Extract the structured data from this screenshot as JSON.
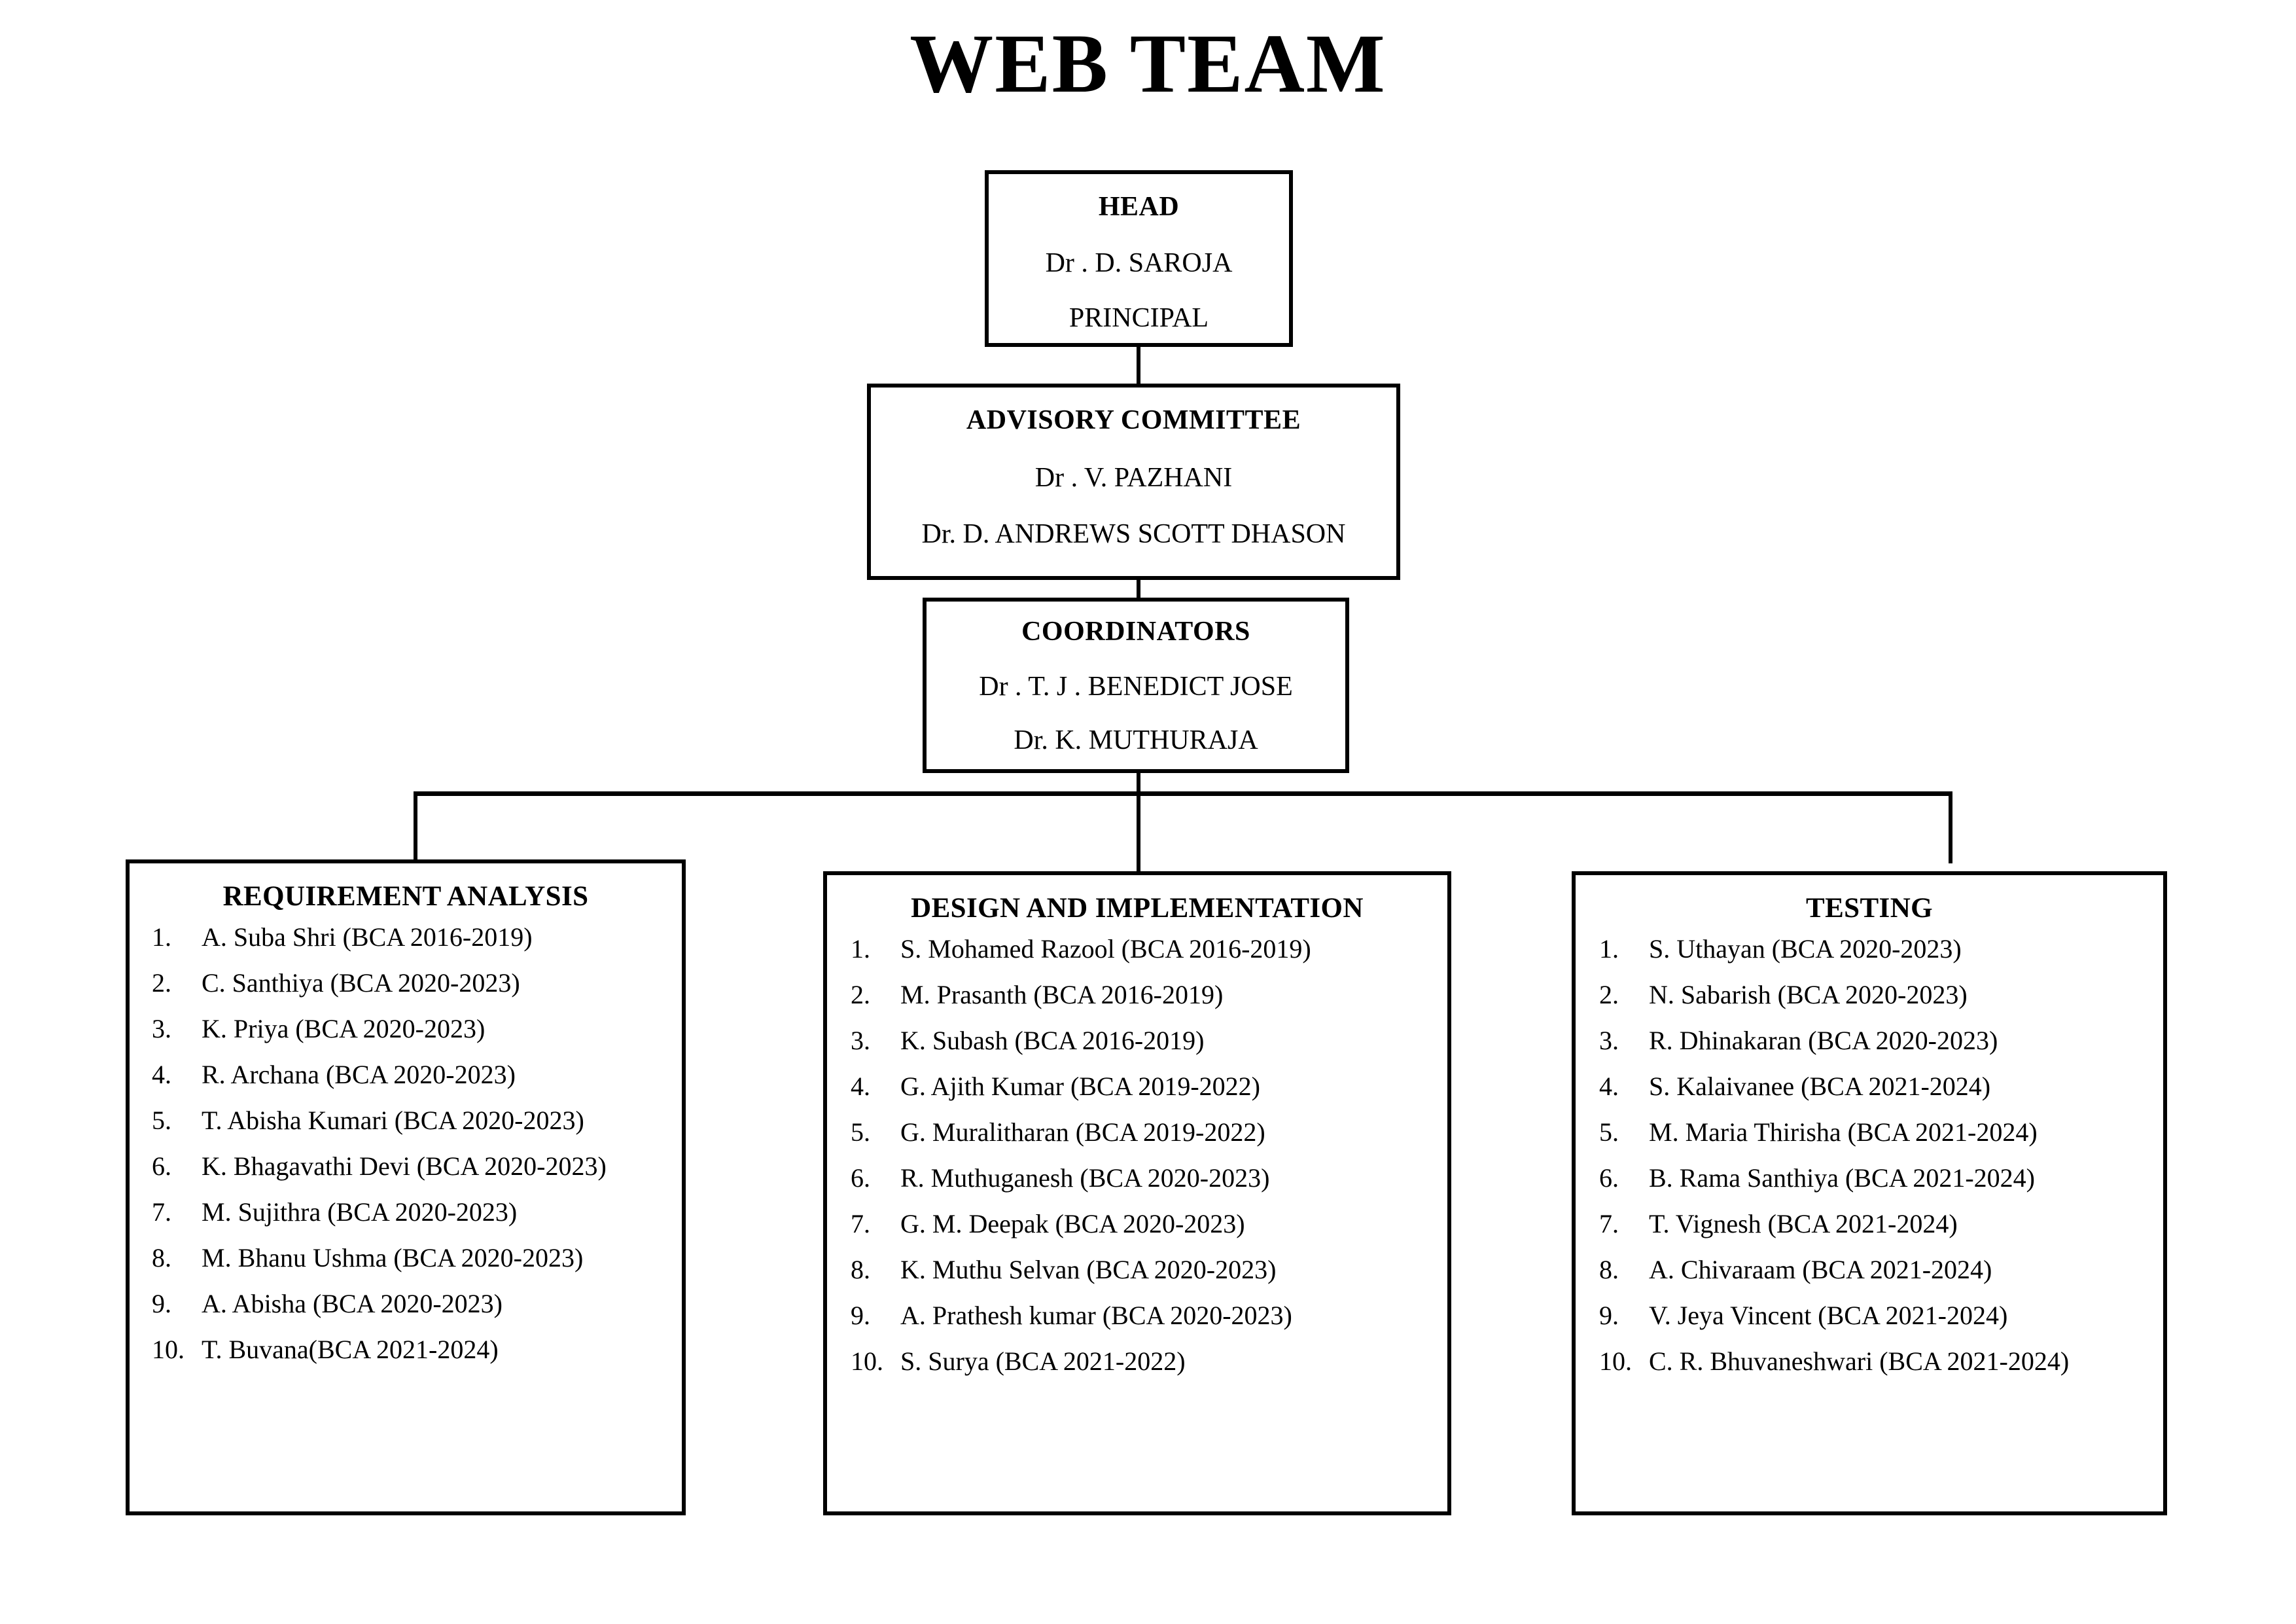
{
  "title": "WEB TEAM",
  "nodes": {
    "head": {
      "title": "HEAD",
      "lines": [
        "Dr . D. SAROJA",
        "PRINCIPAL"
      ]
    },
    "advisory": {
      "title": "ADVISORY COMMITTEE",
      "lines": [
        "Dr . V.  PAZHANI",
        "Dr. D. ANDREWS SCOTT DHASON"
      ]
    },
    "coordinators": {
      "title": "COORDINATORS",
      "lines": [
        "Dr . T. J . BENEDICT JOSE",
        "Dr. K. MUTHURAJA"
      ]
    }
  },
  "columns": [
    {
      "title": "REQUIREMENT ANALYSIS",
      "members": [
        {
          "num": "1.",
          "name": "A. Suba Shri (BCA 2016-2019)"
        },
        {
          "num": "2.",
          "name": "C. Santhiya (BCA 2020-2023)"
        },
        {
          "num": "3.",
          "name": "K. Priya (BCA 2020-2023)"
        },
        {
          "num": "4.",
          "name": "R. Archana (BCA 2020-2023)"
        },
        {
          "num": "5.",
          "name": "T. Abisha Kumari (BCA 2020-2023)"
        },
        {
          "num": "6.",
          "name": "K. Bhagavathi Devi (BCA 2020-2023)"
        },
        {
          "num": "7.",
          "name": "M. Sujithra (BCA 2020-2023)"
        },
        {
          "num": "8.",
          "name": "M. Bhanu Ushma (BCA 2020-2023)"
        },
        {
          "num": "9.",
          "name": "A. Abisha (BCA 2020-2023)"
        },
        {
          "num": "10.",
          "name": "T.  Buvana(BCA 2021-2024)"
        }
      ]
    },
    {
      "title": "DESIGN AND IMPLEMENTATION",
      "members": [
        {
          "num": "1.",
          "name": "S. Mohamed Razool (BCA 2016-2019)"
        },
        {
          "num": "2.",
          "name": "M. Prasanth (BCA 2016-2019)"
        },
        {
          "num": "3.",
          "name": "K. Subash (BCA 2016-2019)"
        },
        {
          "num": "4.",
          "name": "G. Ajith Kumar (BCA 2019-2022)"
        },
        {
          "num": "5.",
          "name": "G. Muralitharan (BCA 2019-2022)"
        },
        {
          "num": "6.",
          "name": "R. Muthuganesh (BCA 2020-2023)"
        },
        {
          "num": "7.",
          "name": "G. M. Deepak (BCA 2020-2023)"
        },
        {
          "num": "8.",
          "name": "K. Muthu Selvan (BCA 2020-2023)"
        },
        {
          "num": "9.",
          "name": "A. Prathesh kumar (BCA 2020-2023)"
        },
        {
          "num": "10.",
          "name": "S. Surya (BCA 2021-2022)"
        }
      ]
    },
    {
      "title": "TESTING",
      "members": [
        {
          "num": "1.",
          "name": "S. Uthayan (BCA 2020-2023)"
        },
        {
          "num": "2.",
          "name": "N. Sabarish (BCA 2020-2023)"
        },
        {
          "num": "3.",
          "name": "R. Dhinakaran (BCA 2020-2023)"
        },
        {
          "num": "4.",
          "name": "S. Kalaivanee (BCA 2021-2024)"
        },
        {
          "num": "5.",
          "name": "M. Maria Thirisha (BCA 2021-2024)"
        },
        {
          "num": "6.",
          "name": "B. Rama Santhiya (BCA 2021-2024)"
        },
        {
          "num": "7.",
          "name": "T. Vignesh (BCA 2021-2024)"
        },
        {
          "num": "8.",
          "name": "A. Chivaraam (BCA 2021-2024)"
        },
        {
          "num": "9.",
          "name": "V. Jeya Vincent (BCA 2021-2024)"
        },
        {
          "num": "10.",
          "name": "C. R. Bhuvaneshwari (BCA 2021-2024)"
        }
      ]
    }
  ],
  "colors": {
    "line": "#000000",
    "background": "#ffffff",
    "text": "#000000"
  }
}
